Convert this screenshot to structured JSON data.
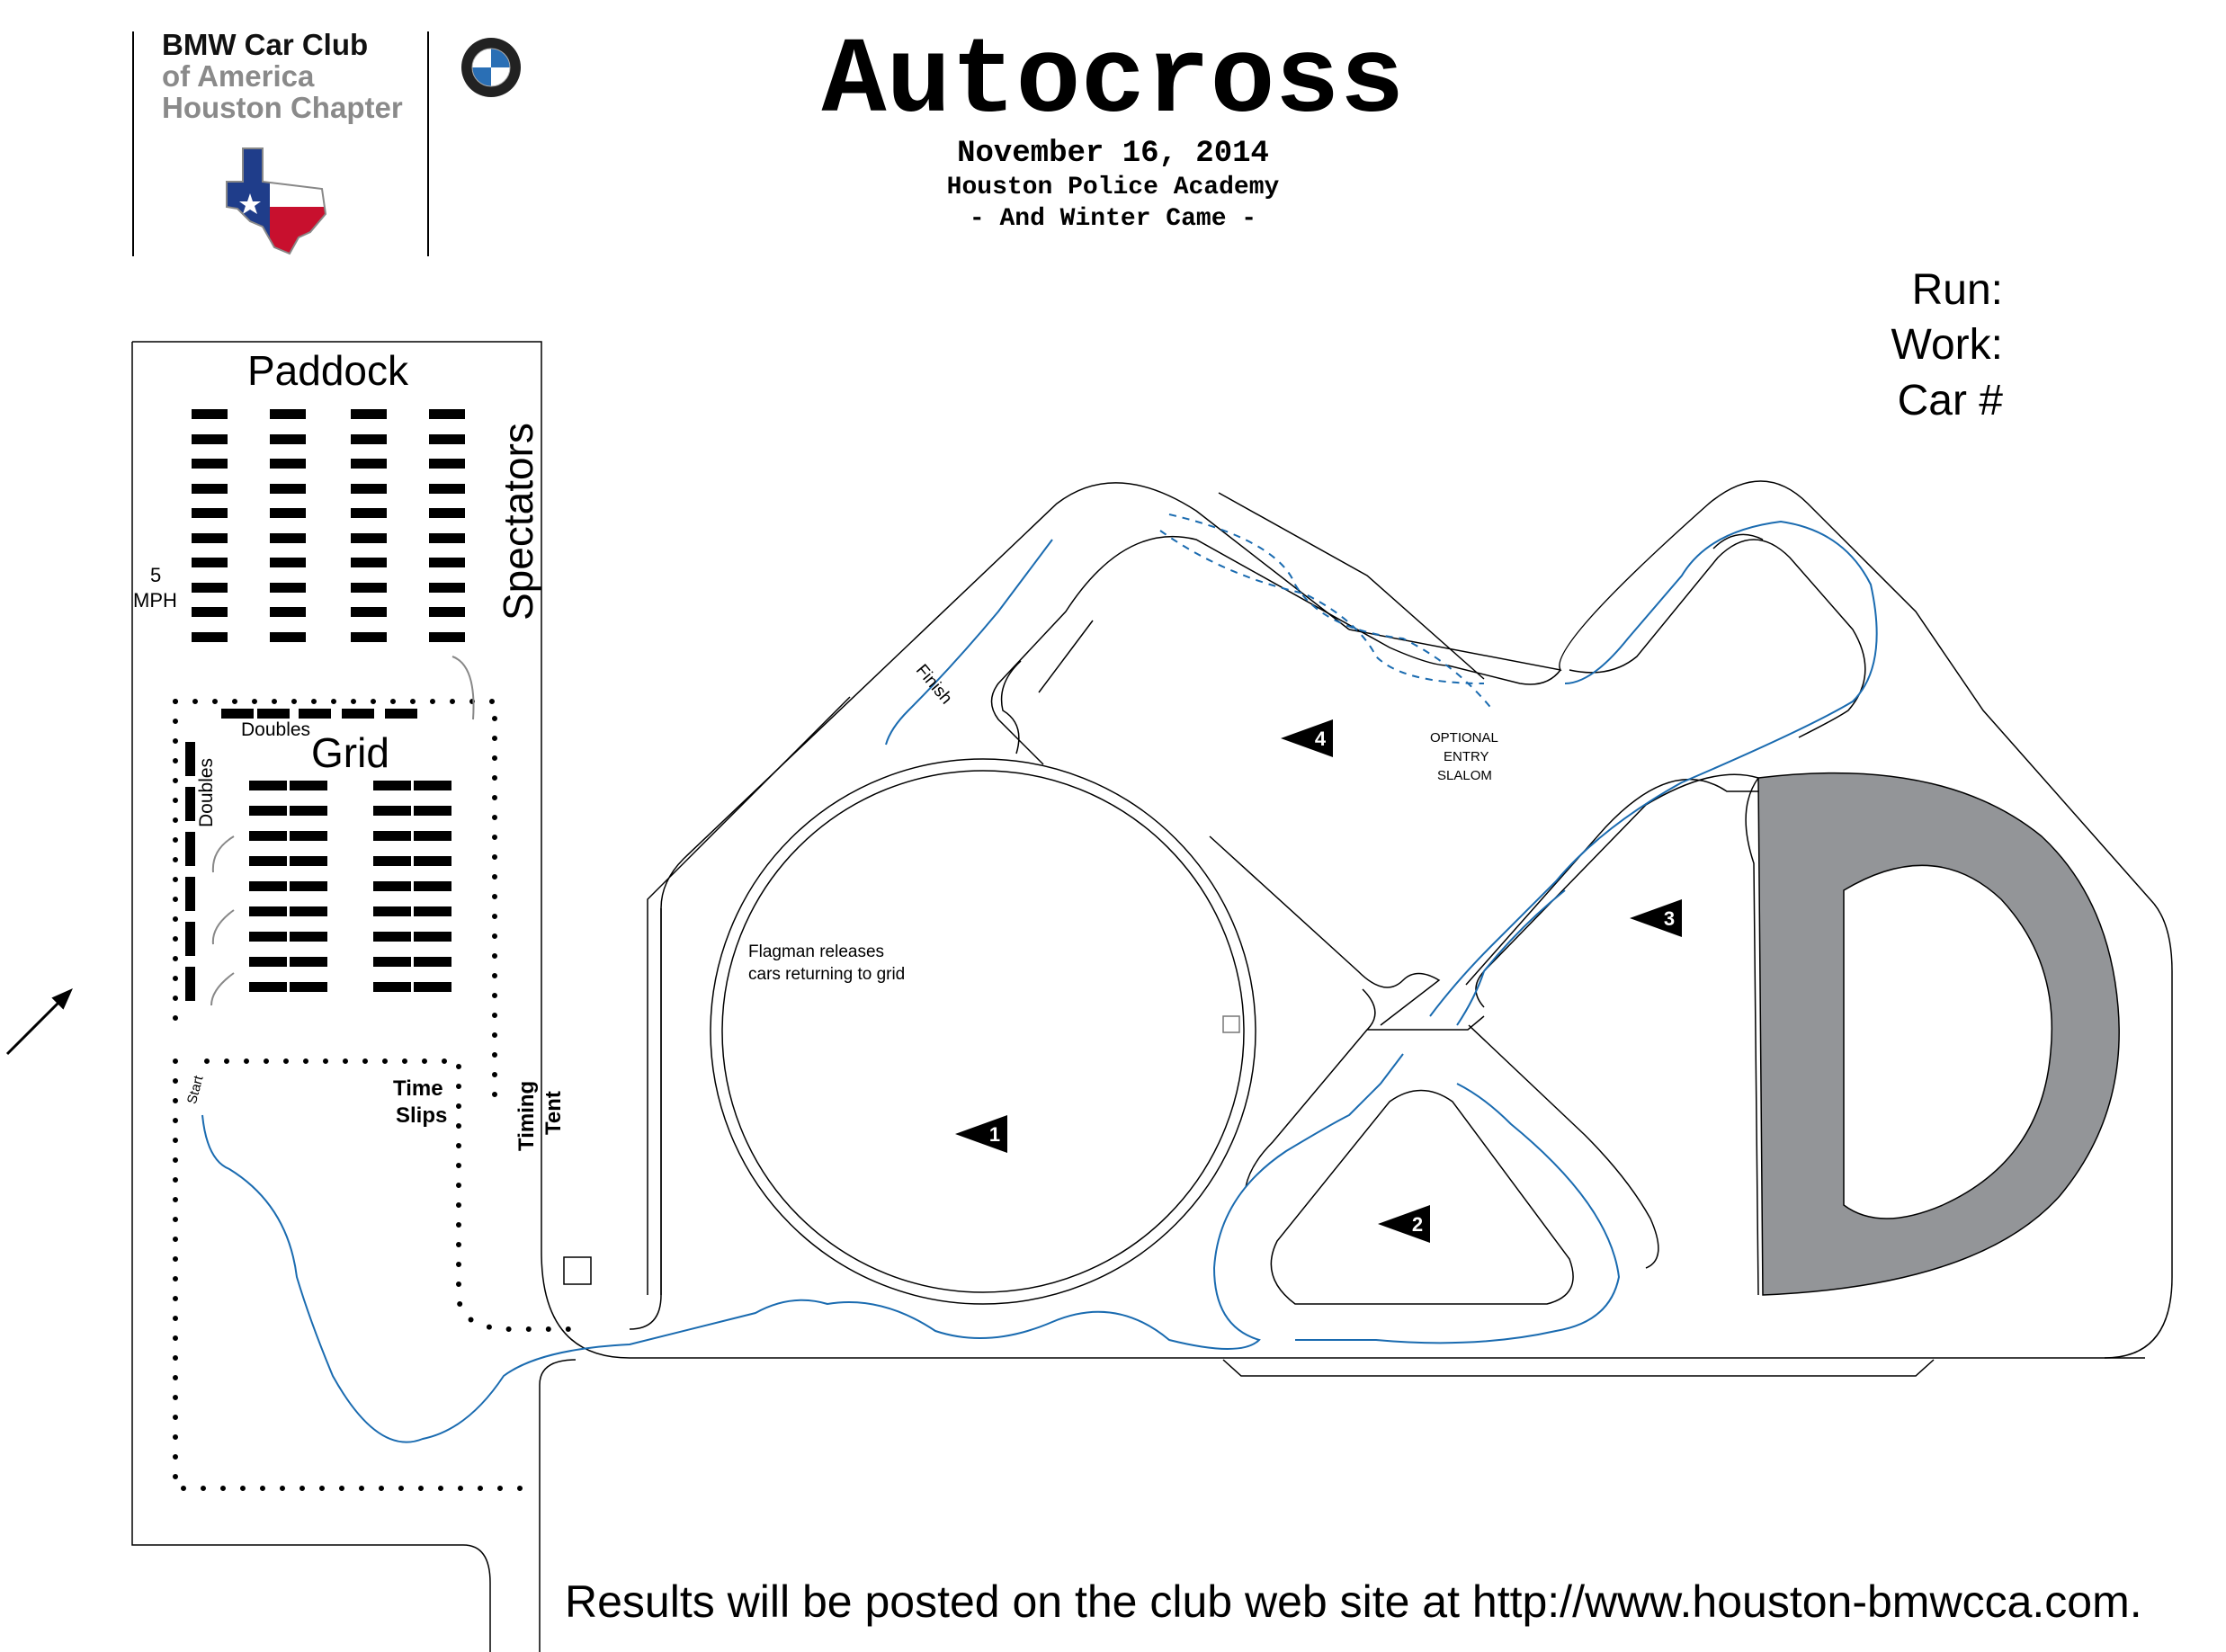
{
  "header": {
    "club": [
      "BMW Car Club",
      "of America",
      "Houston Chapter"
    ],
    "title": "Autocross",
    "date": "November 16, 2014",
    "venue": "Houston Police Academy",
    "subtitle": "- And Winter Came -"
  },
  "run_fields": [
    "Run:",
    "Work:",
    "Car #"
  ],
  "labels": {
    "paddock": "Paddock",
    "spectators": "Spectators",
    "speed_limit_value": "5",
    "speed_limit_unit": "MPH",
    "doubles_top": "Doubles",
    "doubles_side": "Doubles",
    "grid": "Grid",
    "start": "Start",
    "time_slips_1": "Time",
    "time_slips_2": "Slips",
    "timing_tent_1": "Timing",
    "timing_tent_2": "Tent",
    "finish": "Finish",
    "flagman_1": "Flagman releases",
    "flagman_2": "cars returning to grid",
    "slalom_1": "OPTIONAL",
    "slalom_2": "ENTRY",
    "slalom_3": "SLALOM"
  },
  "stations": [
    "1",
    "2",
    "3",
    "4"
  ],
  "direction_markers": [
    "1",
    "2"
  ],
  "footer": "Results will be posted on the club web site at http://www.houston-bmwcca.com.",
  "colors": {
    "course_line": "#1a6bb0",
    "pad_fill": "#939598",
    "flag_blue": "#1f3d8a",
    "flag_red": "#c8102e"
  }
}
